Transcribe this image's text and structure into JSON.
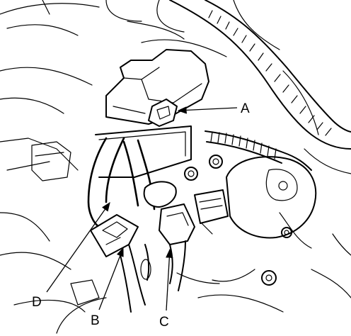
{
  "callouts": [
    {
      "id": "A",
      "text": "A"
    },
    {
      "id": "B",
      "text": "B"
    },
    {
      "id": "C",
      "text": "C"
    },
    {
      "id": "D",
      "text": "D"
    }
  ]
}
